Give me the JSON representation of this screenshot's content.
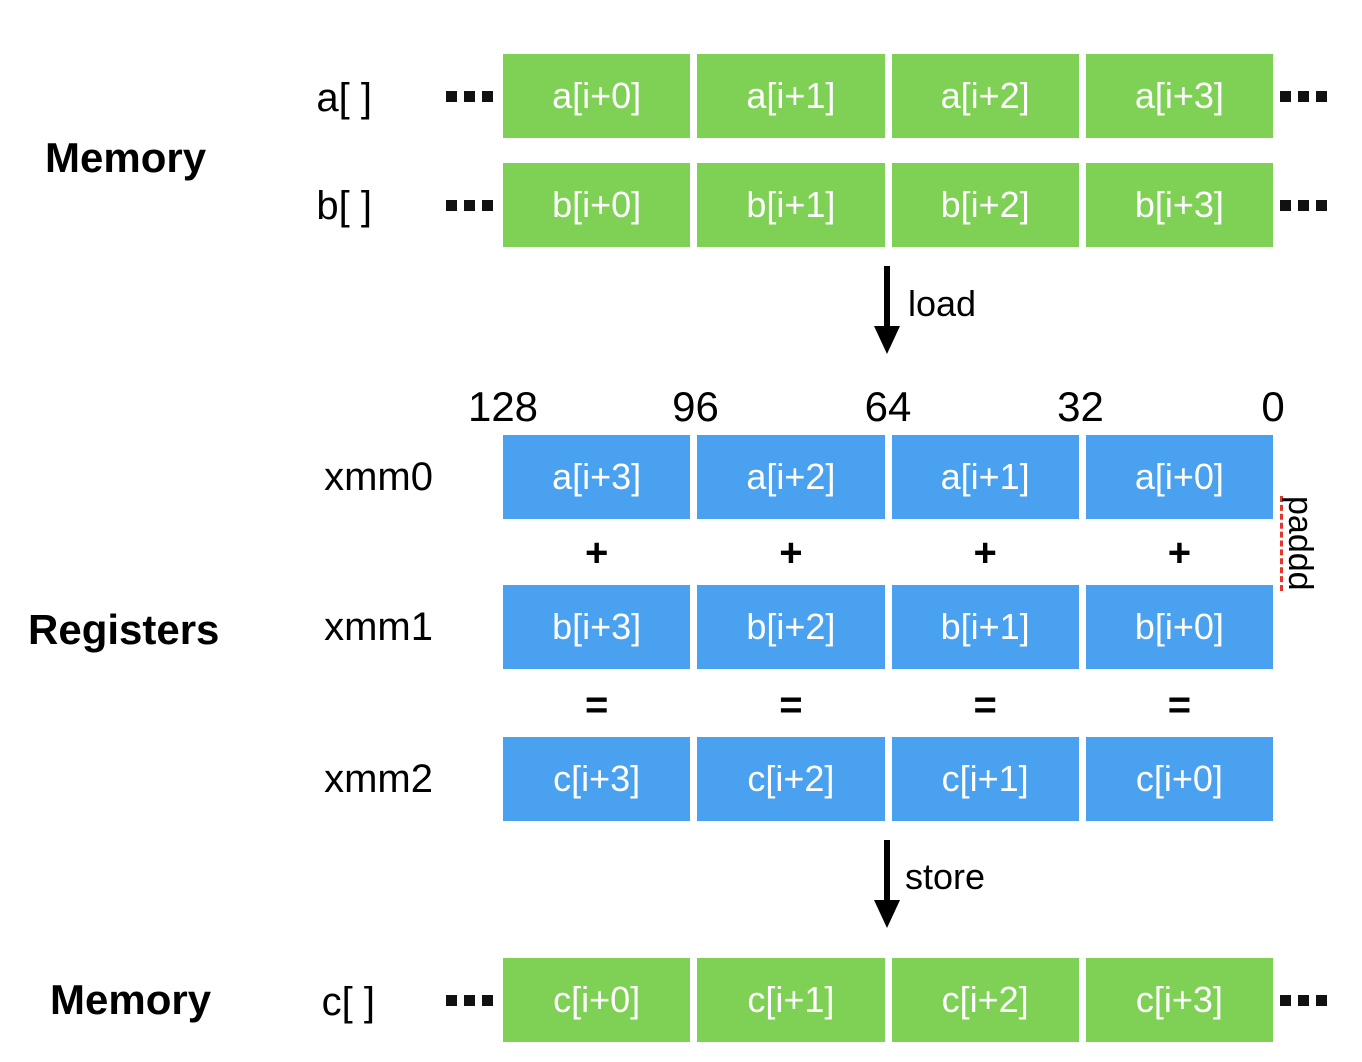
{
  "colors": {
    "memory_cell": "#7ed154",
    "register_cell": "#4aa1f0",
    "spell_underline": "#e8352b",
    "arrow": "#000000"
  },
  "memory_top": {
    "section_label": "Memory",
    "rows": [
      {
        "label": "a[ ]",
        "cells": [
          "a[i+0]",
          "a[i+1]",
          "a[i+2]",
          "a[i+3]"
        ]
      },
      {
        "label": "b[ ]",
        "cells": [
          "b[i+0]",
          "b[i+1]",
          "b[i+2]",
          "b[i+3]"
        ]
      }
    ]
  },
  "load_arrow": {
    "label": "load"
  },
  "registers": {
    "section_label": "Registers",
    "bit_labels": [
      "128",
      "96",
      "64",
      "32",
      "0"
    ],
    "rows": [
      {
        "label": "xmm0",
        "cells": [
          "a[i+3]",
          "a[i+2]",
          "a[i+1]",
          "a[i+0]"
        ]
      },
      {
        "label": "xmm1",
        "cells": [
          "b[i+3]",
          "b[i+2]",
          "b[i+1]",
          "b[i+0]"
        ]
      },
      {
        "label": "xmm2",
        "cells": [
          "c[i+3]",
          "c[i+2]",
          "c[i+1]",
          "c[i+0]"
        ]
      }
    ],
    "operators": {
      "plus": "+",
      "equals": "="
    },
    "instruction": "paddd"
  },
  "store_arrow": {
    "label": "store"
  },
  "memory_bottom": {
    "section_label": "Memory",
    "rows": [
      {
        "label": "c[ ]",
        "cells": [
          "c[i+0]",
          "c[i+1]",
          "c[i+2]",
          "c[i+3]"
        ]
      }
    ]
  }
}
